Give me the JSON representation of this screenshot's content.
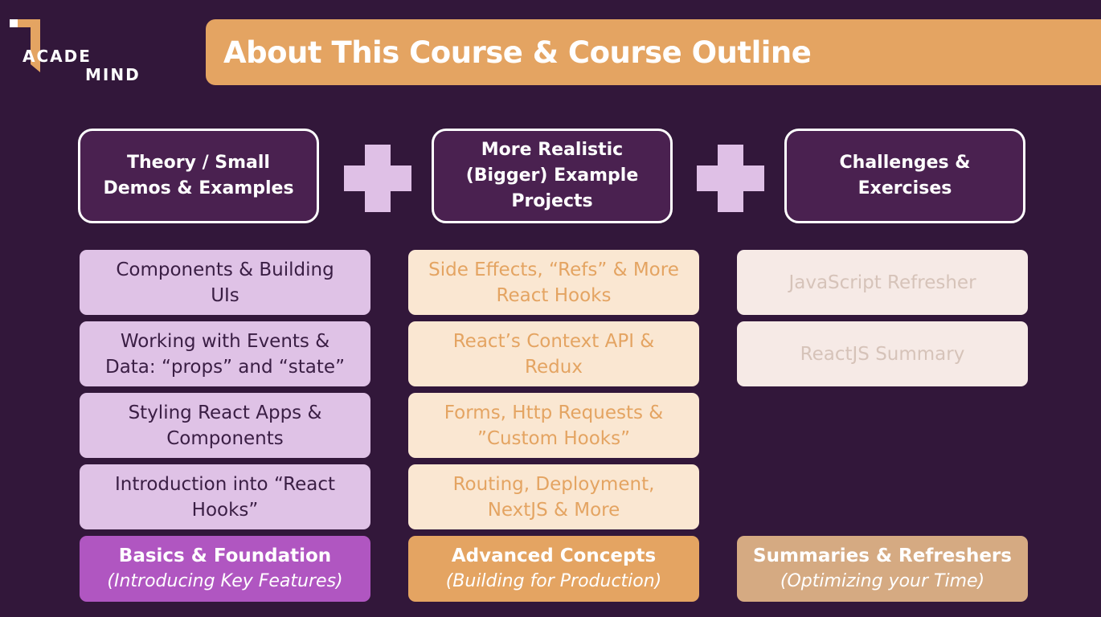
{
  "logo": {
    "line1": "ACADE",
    "line2": "MIND",
    "icon": "academind-shape-icon"
  },
  "title": "About This Course & Course Outline",
  "columns": [
    {
      "header": "Theory / Small\nDemos & Examples",
      "items": [
        "Components & Building\nUIs",
        "Working with Events &\nData: “props” and “state”",
        "Styling React Apps &\nComponents",
        "Introduction into “React\nHooks”"
      ],
      "footer_title": "Basics & Foundation",
      "footer_subtitle": "(Introducing Key Features)"
    },
    {
      "header": "More Realistic\n(Bigger) Example\nProjects",
      "items": [
        "Side Effects, “Refs” & More\nReact Hooks",
        "React’s Context API &\nRedux",
        "Forms, Http Requests &\n”Custom Hooks”",
        "Routing, Deployment,\nNextJS &  More"
      ],
      "footer_title": "Advanced Concepts",
      "footer_subtitle": "(Building for Production)"
    },
    {
      "header": "Challenges &\nExercises",
      "items": [
        "JavaScript Refresher",
        "ReactJS Summary"
      ],
      "footer_title": "Summaries & Refreshers",
      "footer_subtitle": "(Optimizing your Time)"
    }
  ],
  "colors": {
    "background": "#32173a",
    "title_bar": "#e4a462",
    "plus": "#dfc0e6",
    "col1_card": "#dfc2e6",
    "col2_card": "#fae7d2",
    "col3_card": "#f6eae6",
    "footer1": "#b056c1",
    "footer2": "#e4a462",
    "footer3": "#d5aa82"
  }
}
